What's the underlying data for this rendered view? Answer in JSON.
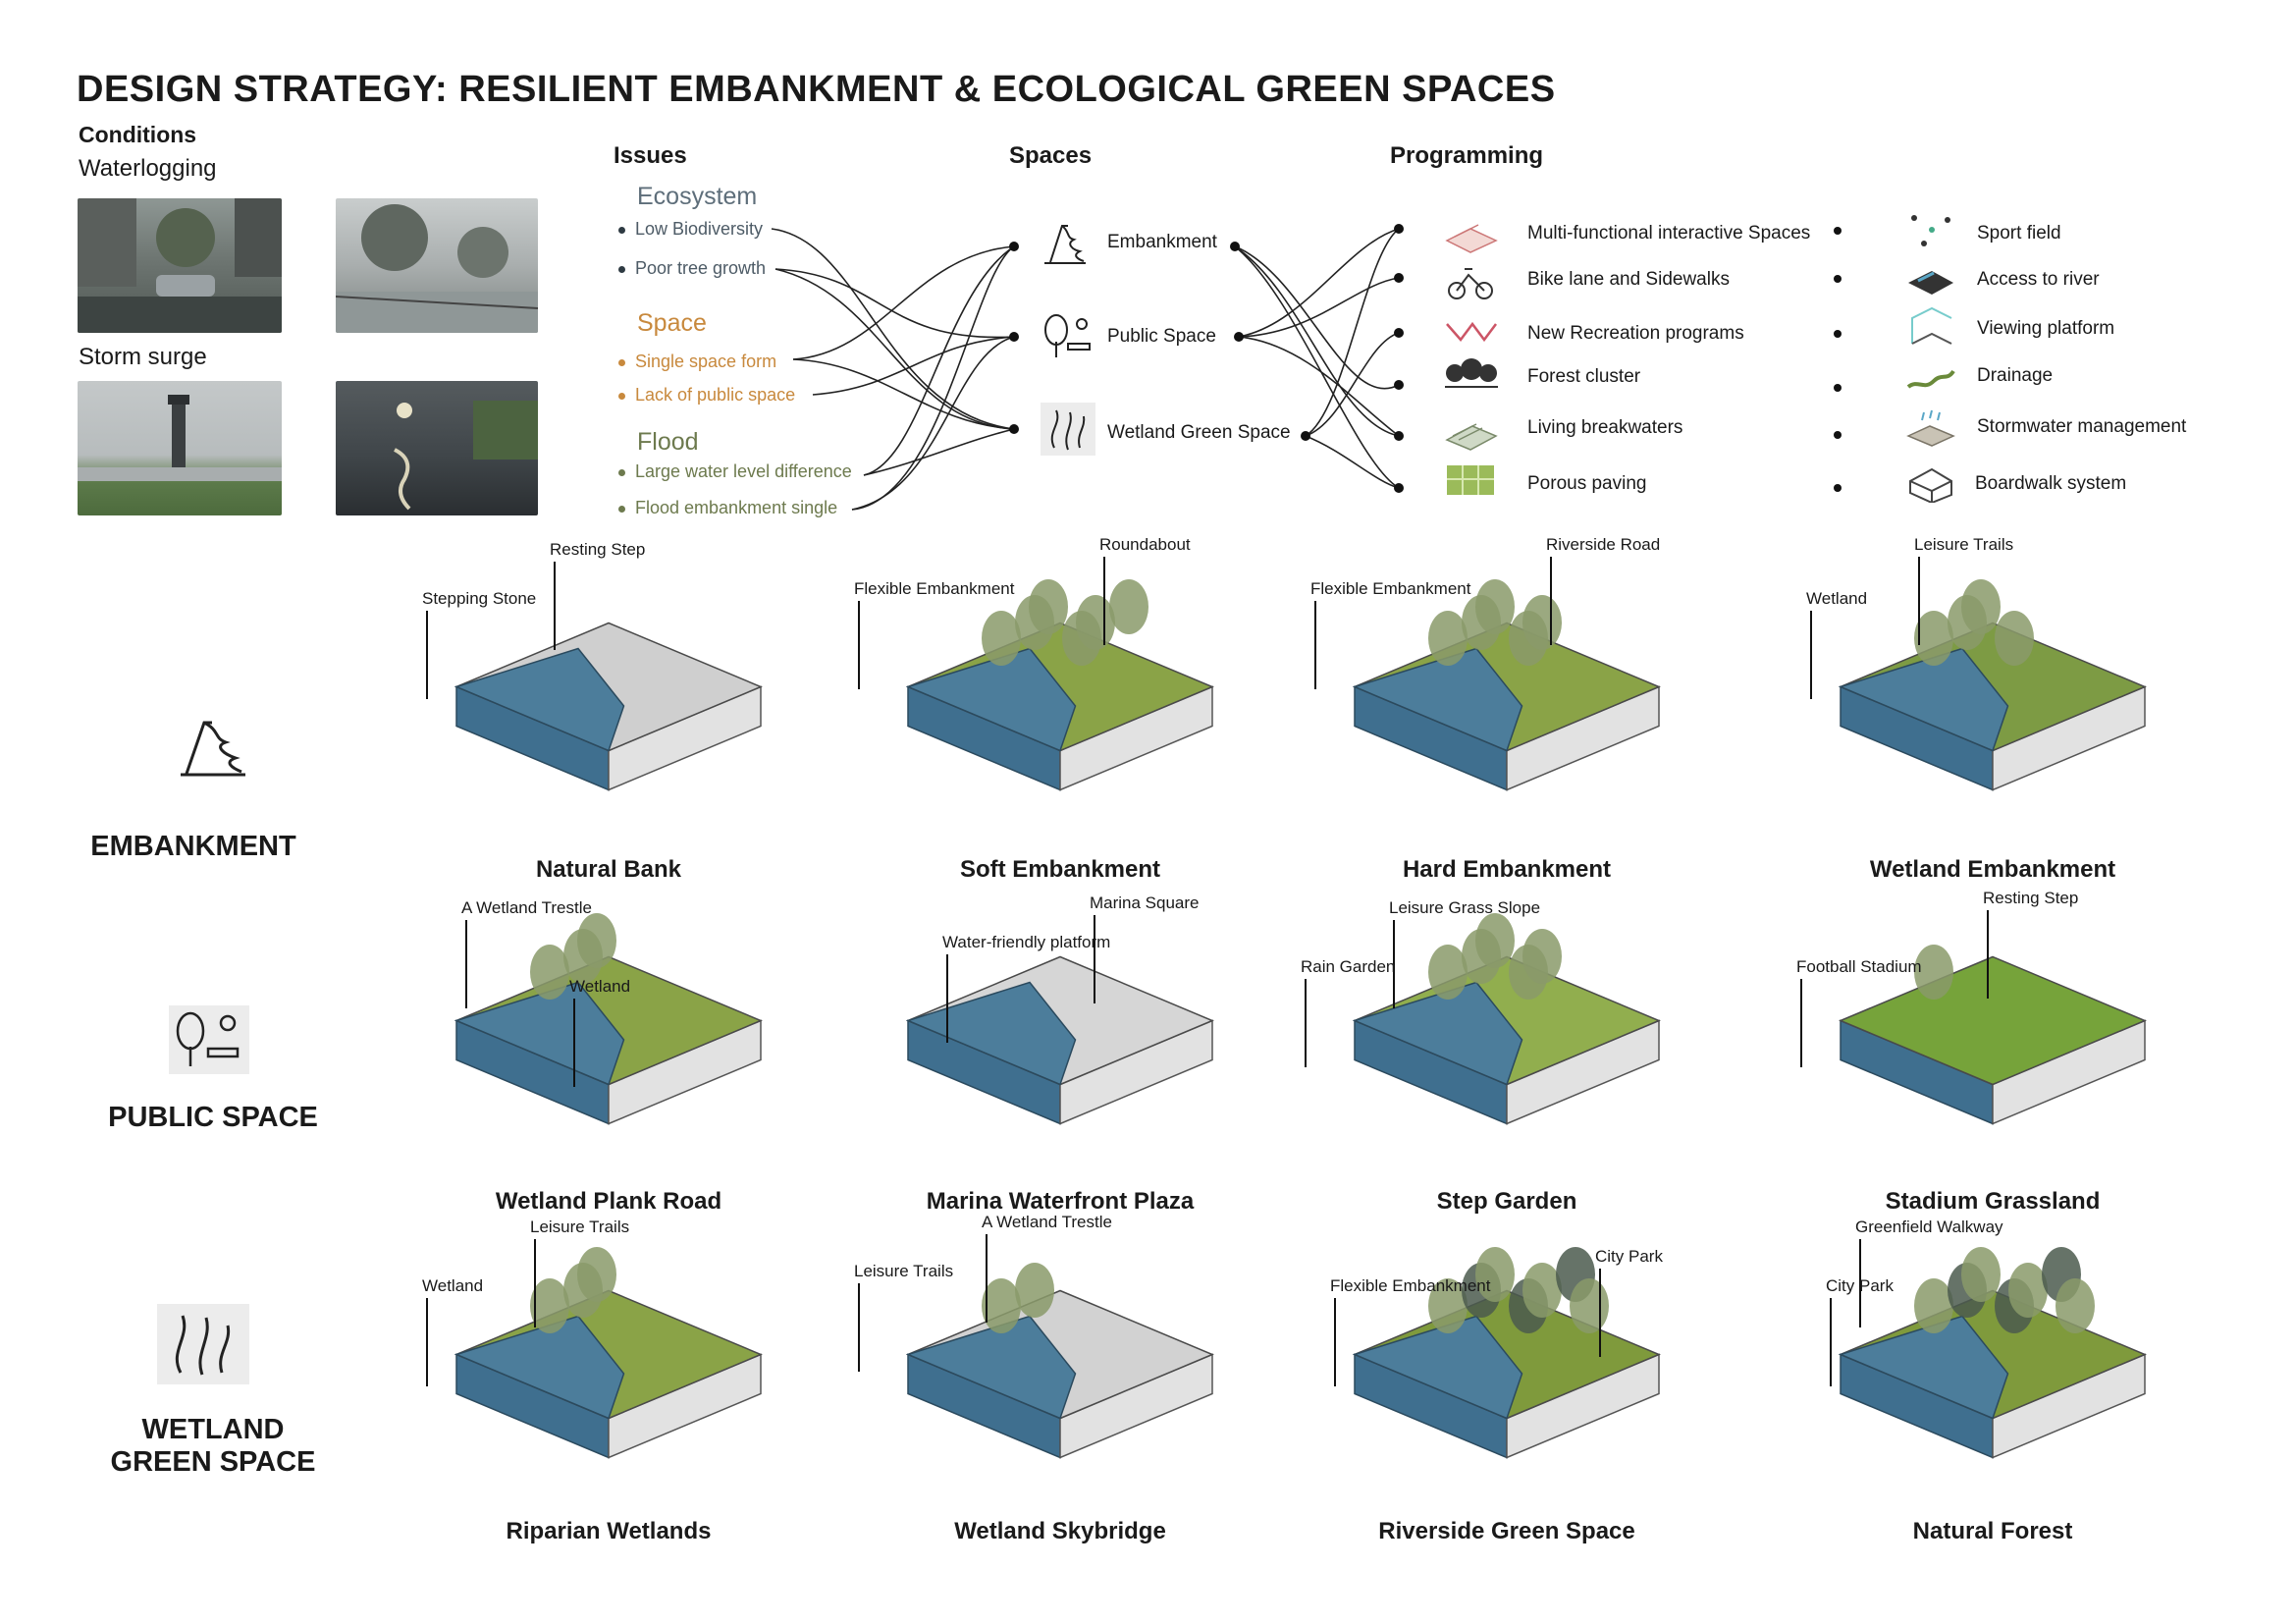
{
  "title": "DESIGN STRATEGY: RESILIENT EMBANKMENT & ECOLOGICAL GREEN SPACES",
  "conditions": {
    "heading": "Conditions",
    "waterlogging": "Waterlogging",
    "storm_surge": "Storm surge"
  },
  "columns": {
    "issues": "Issues",
    "spaces": "Spaces",
    "programming": "Programming"
  },
  "issues": {
    "ecosystem": {
      "label": "Ecosystem",
      "items": [
        "Low Biodiversity",
        "Poor tree growth"
      ]
    },
    "space": {
      "label": "Space",
      "items": [
        "Single space form",
        "Lack of public space"
      ]
    },
    "flood": {
      "label": "Flood",
      "items": [
        "Large water level difference",
        "Flood embankment single"
      ]
    }
  },
  "spaces": [
    "Embankment",
    "Public Space",
    "Wetland Green Space"
  ],
  "programming": {
    "left": [
      "Multi-functional interactive Spaces",
      "Bike lane and Sidewalks",
      "New Recreation programs",
      "Forest cluster",
      "Living breakwaters",
      "Porous paving"
    ],
    "right": [
      "Sport field",
      "Access to river",
      "Viewing platform",
      "Drainage",
      "Stormwater management",
      "Boardwalk system"
    ]
  },
  "rows": {
    "embankment": "EMBANKMENT",
    "public_space": "PUBLIC SPACE",
    "wetland_line1": "WETLAND",
    "wetland_line2": "GREEN SPACE"
  },
  "blocks": [
    {
      "caption": "Natural Bank",
      "ann": [
        "Resting Step",
        "Stepping Stone"
      ]
    },
    {
      "caption": "Soft Embankment",
      "ann": [
        "Roundabout",
        "Flexible Embankment"
      ]
    },
    {
      "caption": "Hard Embankment",
      "ann": [
        "Riverside Road",
        "Flexible Embankment"
      ]
    },
    {
      "caption": "Wetland Embankment",
      "ann": [
        "Leisure Trails",
        "Wetland"
      ]
    },
    {
      "caption": "Wetland Plank Road",
      "ann": [
        "A Wetland Trestle",
        "Wetland"
      ]
    },
    {
      "caption": "Marina Waterfront Plaza",
      "ann": [
        "Marina Square",
        "Water-friendly platform"
      ]
    },
    {
      "caption": "Step Garden",
      "ann": [
        "Leisure Grass Slope",
        "Rain Garden"
      ]
    },
    {
      "caption": "Stadium Grassland",
      "ann": [
        "Resting Step",
        "Football Stadium"
      ]
    },
    {
      "caption": "Riparian Wetlands",
      "ann": [
        "Leisure Trails",
        "Wetland"
      ]
    },
    {
      "caption": "Wetland Skybridge",
      "ann": [
        "A Wetland Trestle",
        "Leisure Trails"
      ]
    },
    {
      "caption": "Riverside Green Space",
      "ann": [
        "City Park",
        "Flexible Embankment"
      ]
    },
    {
      "caption": "Natural Forest",
      "ann": [
        "Greenfield Walkway",
        "City Park"
      ]
    }
  ],
  "colors": {
    "ecosystem": "#5e6e7a",
    "space": "#c8893d",
    "flood": "#6d7a4e",
    "water": "#3f6f8f",
    "grass": "#7f9a3c",
    "concrete": "#d9d9d9"
  }
}
